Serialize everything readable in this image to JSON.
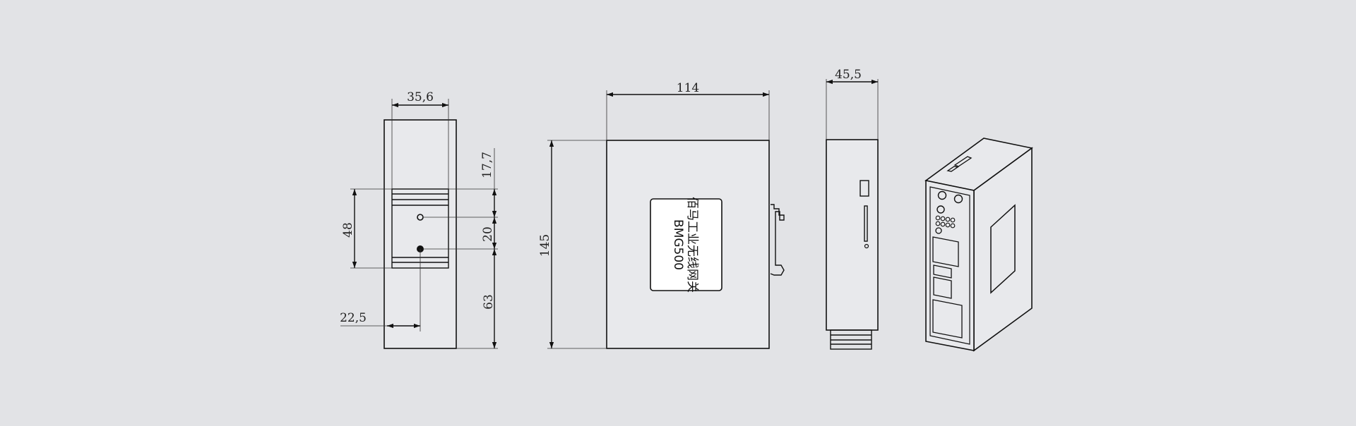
{
  "dimensions": {
    "front_width": "35,6",
    "top_offset": "17,7",
    "rail_height": "48",
    "hole_spacing": "20",
    "bottom_offset": "63",
    "hole_offset": "22,5",
    "side_width": "114",
    "height": "145",
    "end_width": "45,5"
  },
  "label": {
    "line1": "佰马工业无线网关",
    "line2": "BMG500"
  }
}
